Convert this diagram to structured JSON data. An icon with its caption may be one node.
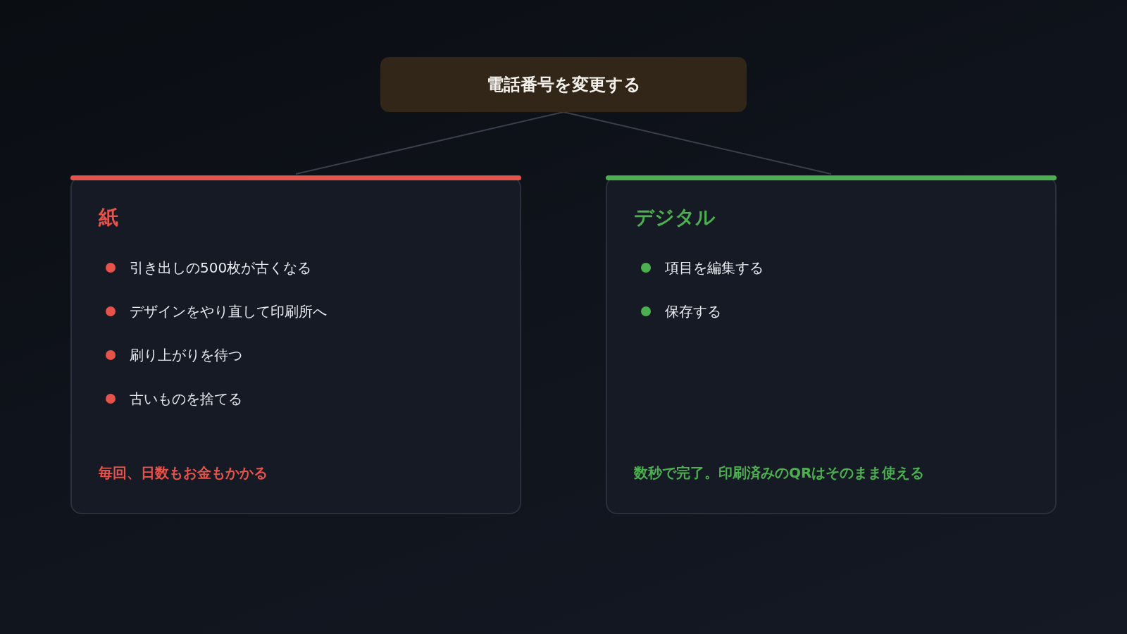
{
  "diagram": {
    "nodes": [
      {
        "text": [
          "電話番号を変更する"
        ]
      },
      {
        "text": [
          "紙",
          "引き出しの500枚が古くなる",
          "デザインをやり直して印刷所へ",
          "刷り上がりを待つ",
          "古いものを捨てる",
          "毎回、日数もお金もかかる"
        ]
      },
      {
        "text": [
          "デジタル",
          "項目を編集する",
          "保存する",
          "数秒で完了。印刷済みのQRはそのまま使える"
        ]
      }
    ],
    "edges": [
      {
        "from": 0,
        "to": 1,
        "arrow": "none"
      },
      {
        "from": 0,
        "to": 2,
        "arrow": "none"
      }
    ]
  }
}
